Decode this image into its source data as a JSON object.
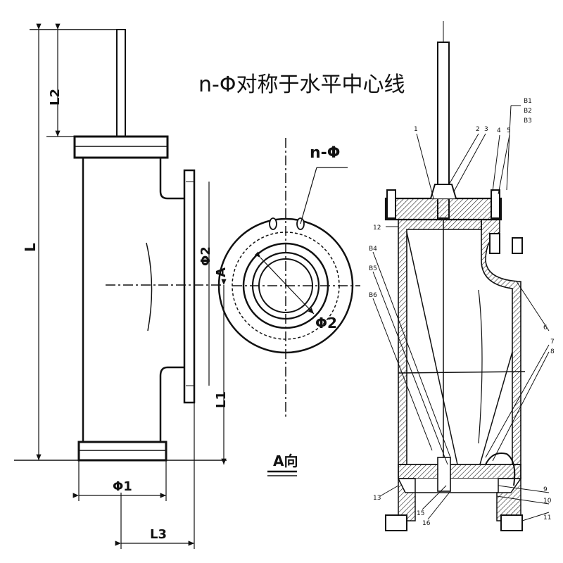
{
  "title": "n-Φ对称于水平中心线",
  "left_view": {
    "dim_L": "L",
    "dim_L2": "L2",
    "dim_L1": "L1",
    "dim_L3": "L3",
    "dim_phi1": "Φ1",
    "dim_phi2": "Φ2",
    "marker_A": "A"
  },
  "a_view": {
    "hole_label": "n-Φ",
    "dim_phi2": "Φ2",
    "view_label": "A向"
  },
  "section_view": {
    "callouts_top": [
      "1",
      "2",
      "3",
      "4",
      "5"
    ],
    "callouts_b_top": [
      "B1",
      "B2",
      "B3"
    ],
    "callouts_left": [
      "12",
      "B4",
      "B5",
      "B6"
    ],
    "callouts_right": [
      "6",
      "7",
      "8"
    ],
    "callouts_bottom": [
      "13",
      "15",
      "16",
      "9",
      "10",
      "11"
    ]
  }
}
